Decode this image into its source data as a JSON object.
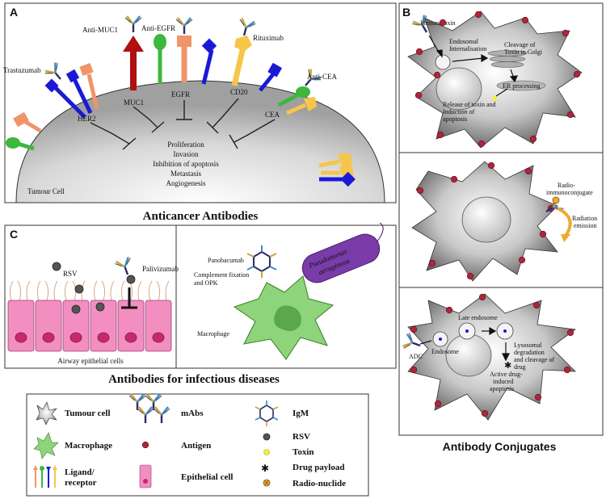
{
  "panel_a": {
    "letter": "A",
    "antibodies": {
      "trastuzumab": "Trastuzumab",
      "anti_muc1": "Anti-MUC1",
      "anti_egfr": "Anti-EGFR",
      "rituximab": "Rituximab",
      "anti_cea": "Anti-CEA"
    },
    "receptors": {
      "her2": "HER2",
      "muc1": "MUC1",
      "egfr": "EGFR",
      "cd20": "CD20",
      "cea": "CEA"
    },
    "effects": [
      "Proliferation",
      "Invasion",
      "Inhibition of apoptosis",
      "Metastasis",
      "Angiogenesis"
    ],
    "cell_label": "Tumour Cell",
    "caption": "Anticancer Antibodies"
  },
  "panel_b": {
    "letter": "B",
    "top": {
      "immunotoxin": "Immunotoxin",
      "endosomal_1": "Endosomal",
      "endosomal_2": "Internalisation",
      "cleavage_1": "Cleavage of",
      "cleavage_2": "Toxin in Golgi",
      "er": "ER processing",
      "release_1": "Release of toxin and",
      "release_2": "Induction of",
      "release_3": "apoptosis"
    },
    "middle": {
      "radio_1": "Radio-",
      "radio_2": "immunoconjugate",
      "emission_1": "Radiation",
      "emission_2": "emission"
    },
    "bottom": {
      "late_endosome": "Late endosome",
      "adc": "ADC",
      "endosome": "Endosome",
      "lyso_1": "Lysosomal",
      "lyso_2": "degradation",
      "lyso_3": "and cleavage of",
      "lyso_4": "drug",
      "active_1": "Active drug-",
      "active_2": "induced",
      "active_3": "apoptosis"
    },
    "caption": "Antibody Conjugates"
  },
  "panel_c": {
    "letter": "C",
    "rsv": "RSV",
    "palivizumab": "Palivizumab",
    "airway": "Airway epithelial cells",
    "panobacumab": "Panobacumab",
    "complement_1": "Complement fixation",
    "complement_2": "and OPK",
    "pseudomonas_1": "Pseudomonas",
    "pseudomonas_2": "aeruginosa",
    "macrophage": "Macrophage",
    "caption": "Antibodies for infectious diseases"
  },
  "legend": {
    "tumour_cell": "Tumour cell",
    "mabs": "mAbs",
    "igm": "IgM",
    "macrophage": "Macrophage",
    "antigen": "Antigen",
    "rsv": "RSV",
    "toxin": "Toxin",
    "ligand_1": "Ligand/",
    "ligand_2": "receptor",
    "epithelial": "Epithelial cell",
    "drug_payload": "Drug payload",
    "radionuclide": "Radio-nuclide"
  },
  "colors": {
    "her2": "#1a1ad6",
    "muc1": "#b01010",
    "egfr": "#f0956a",
    "cd20": "#f5c64a",
    "cea": "#3cb83c",
    "antigen": "#b0243c",
    "epithelial": "#f28ec0",
    "macrophage": "#8ed47a",
    "bacterium": "#7a3ca8"
  }
}
